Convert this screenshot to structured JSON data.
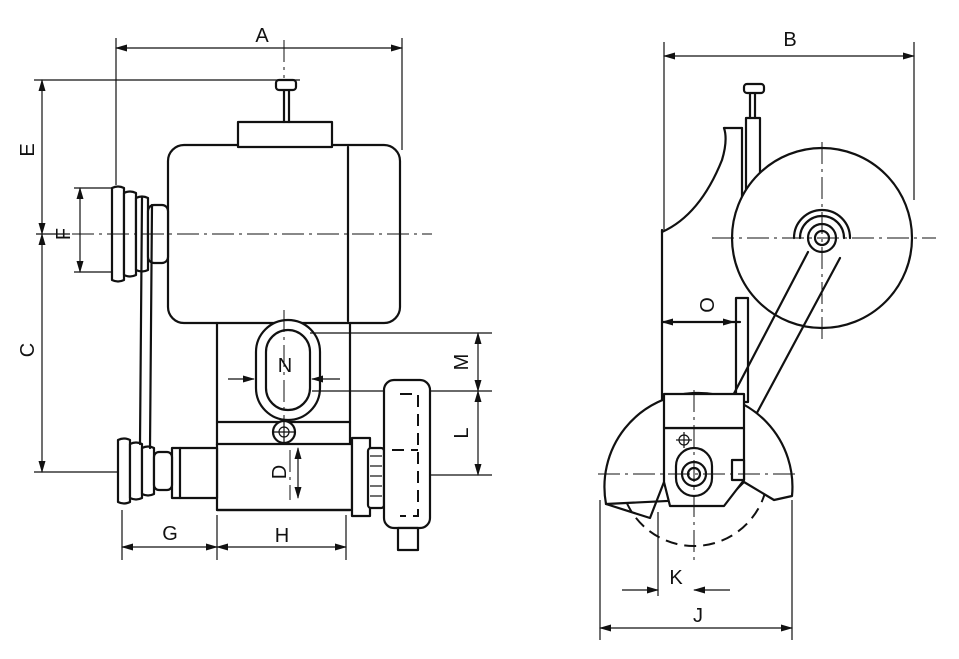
{
  "figure": {
    "labels": {
      "A": "A",
      "B": "B",
      "C": "C",
      "D": "D",
      "E": "E",
      "F": "F",
      "G": "G",
      "H": "H",
      "J": "J",
      "K": "K",
      "L": "L",
      "M": "M",
      "N": "N",
      "O": "O"
    },
    "views": [
      "front-view",
      "side-view"
    ]
  }
}
